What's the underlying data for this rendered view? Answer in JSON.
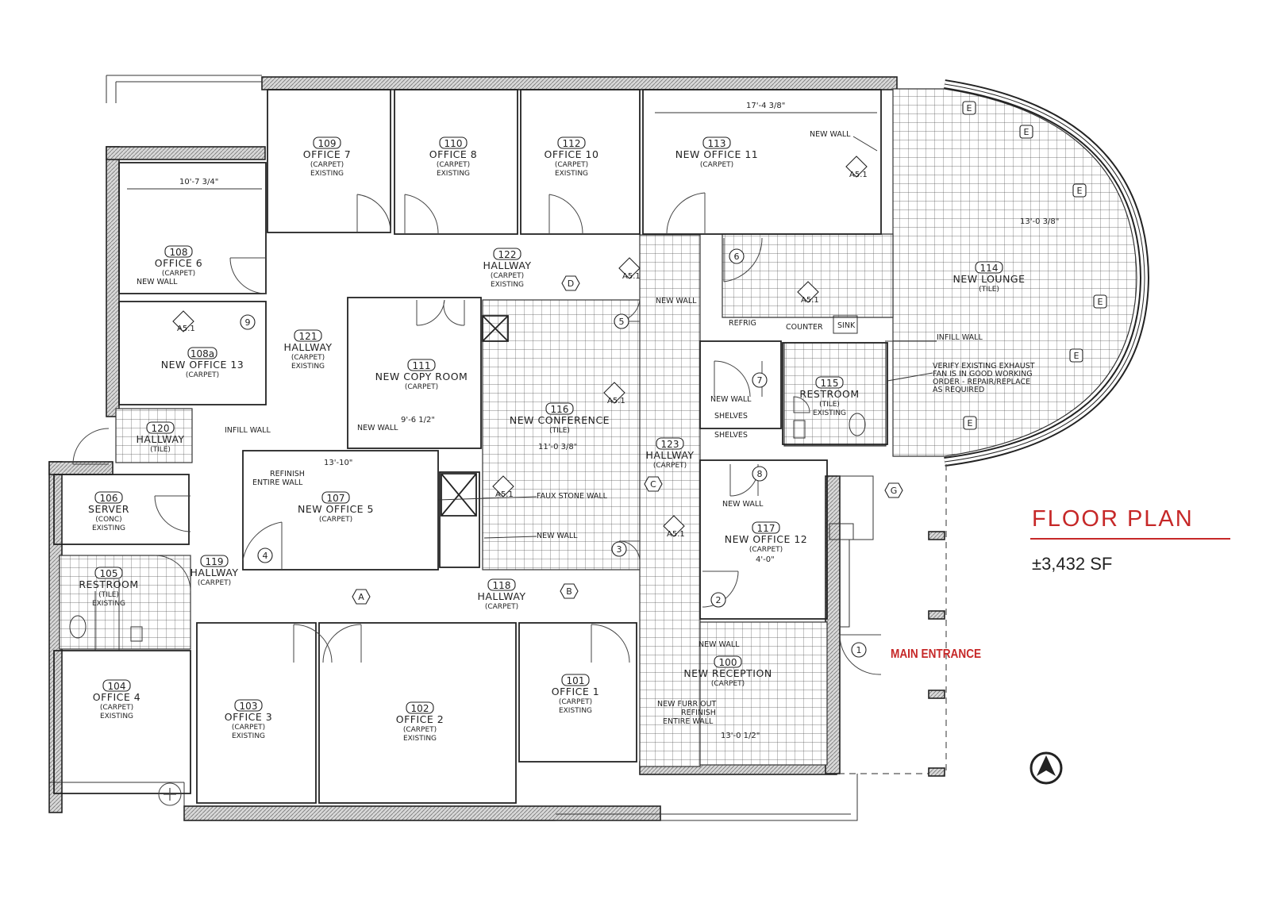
{
  "title": "FLOOR PLAN",
  "area": "±3,432 SF",
  "entrance_label": "MAIN ENTRANCE",
  "accent_color": "#c62828",
  "rooms": {
    "r109": {
      "num": "109",
      "name": "OFFICE 7",
      "finish": "(CARPET)",
      "status": "EXISTING"
    },
    "r110": {
      "num": "110",
      "name": "OFFICE 8",
      "finish": "(CARPET)",
      "status": "EXISTING"
    },
    "r112": {
      "num": "112",
      "name": "OFFICE 10",
      "finish": "(CARPET)",
      "status": "EXISTING"
    },
    "r113": {
      "num": "113",
      "name": "NEW OFFICE 11",
      "finish": "(CARPET)"
    },
    "r114": {
      "num": "114",
      "name": "NEW LOUNGE",
      "finish": "(TILE)"
    },
    "r108": {
      "num": "108",
      "name": "OFFICE 6",
      "finish": "(CARPET)"
    },
    "r108a": {
      "num": "108a",
      "name": "NEW OFFICE 13",
      "finish": "(CARPET)"
    },
    "r122": {
      "num": "122",
      "name": "HALLWAY",
      "finish": "(CARPET)",
      "status": "EXISTING"
    },
    "r121": {
      "num": "121",
      "name": "HALLWAY",
      "finish": "(CARPET)",
      "status": "EXISTING"
    },
    "r111": {
      "num": "111",
      "name": "NEW COPY ROOM",
      "finish": "(CARPET)"
    },
    "r116": {
      "num": "116",
      "name": "NEW CONFERENCE",
      "finish": "(TILE)"
    },
    "r115": {
      "num": "115",
      "name": "RESTROOM",
      "finish": "(TILE)",
      "status": "EXISTING"
    },
    "r120": {
      "num": "120",
      "name": "HALLWAY",
      "finish": "(TILE)"
    },
    "r123": {
      "num": "123",
      "name": "HALLWAY",
      "finish": "(CARPET)"
    },
    "r106": {
      "num": "106",
      "name": "SERVER",
      "finish": "(CONC)",
      "status": "EXISTING"
    },
    "r107": {
      "num": "107",
      "name": "NEW OFFICE 5",
      "finish": "(CARPET)"
    },
    "r117": {
      "num": "117",
      "name": "NEW OFFICE 12",
      "finish": "(CARPET)"
    },
    "r105": {
      "num": "105",
      "name": "RESTROOM",
      "finish": "(TILE)",
      "status": "EXISTING"
    },
    "r119": {
      "num": "119",
      "name": "HALLWAY",
      "finish": "(CARPET)"
    },
    "r118": {
      "num": "118",
      "name": "HALLWAY",
      "finish": "(CARPET)"
    },
    "r100": {
      "num": "100",
      "name": "NEW RECEPTION",
      "finish": "(CARPET)"
    },
    "r104": {
      "num": "104",
      "name": "OFFICE 4",
      "finish": "(CARPET)",
      "status": "EXISTING"
    },
    "r103": {
      "num": "103",
      "name": "OFFICE 3",
      "finish": "(CARPET)",
      "status": "EXISTING"
    },
    "r102": {
      "num": "102",
      "name": "OFFICE 2",
      "finish": "(CARPET)",
      "status": "EXISTING"
    },
    "r101": {
      "num": "101",
      "name": "OFFICE 1",
      "finish": "(CARPET)",
      "status": "EXISTING"
    }
  },
  "notes": {
    "new_wall": "NEW WALL",
    "infill_wall": "INFILL WALL",
    "refinish": "REFINISH",
    "entire_wall": "ENTIRE WALL",
    "faux_stone_wall": "FAUX STONE WALL",
    "refrig": "REFRIG",
    "counter": "COUNTER",
    "sink": "SINK",
    "shelves": "SHELVES",
    "exhaust_1": "VERIFY EXISTING EXHAUST",
    "exhaust_2": "FAN IS IN GOOD WORKING",
    "exhaust_3": "ORDER - REPAIR/REPLACE",
    "exhaust_4": "AS REQUIRED",
    "furr_1": "NEW FURR OUT",
    "furr_2": "REFINISH",
    "furr_3": "ENTIRE WALL"
  },
  "dims": {
    "d113": "17'-4 3/8\"",
    "d108": "10'-7 3/4\"",
    "d114": "13'-0 3/8\"",
    "d111": "9'-6 1/2\"",
    "d107": "13'-10\"",
    "d116": "11'-0 3/8\"",
    "d117": "4'-0\"",
    "d100": "13'-0 1/2\""
  },
  "doors": [
    "1",
    "2",
    "3",
    "4",
    "5",
    "6",
    "7",
    "8",
    "9"
  ],
  "grid": [
    "A",
    "B",
    "C",
    "D",
    "E",
    "G"
  ],
  "sections": {
    "ref": "A5.1"
  }
}
